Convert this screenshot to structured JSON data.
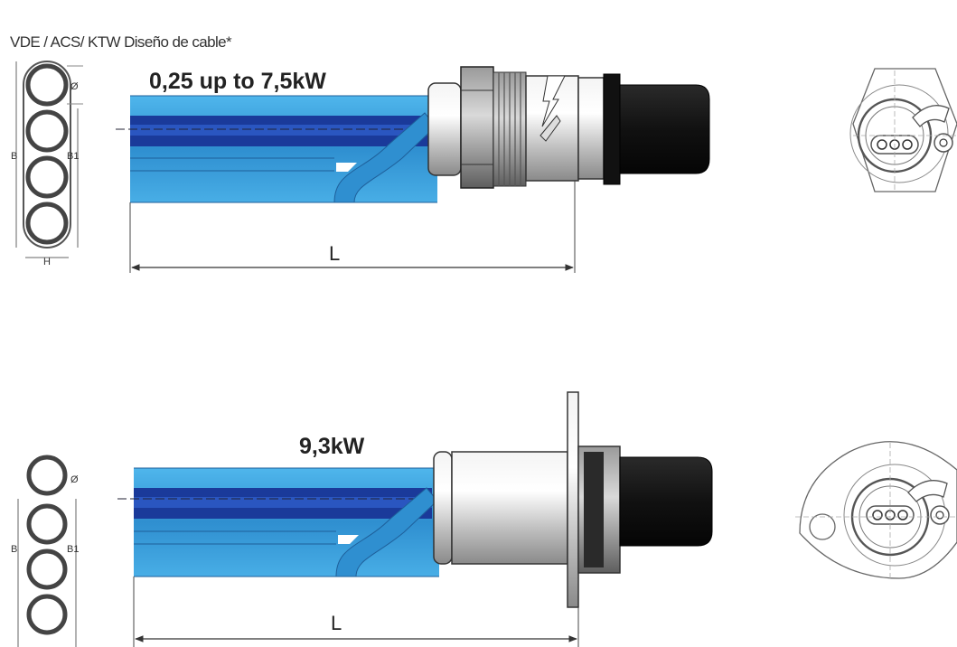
{
  "header": {
    "title": "VDE / ACS/ KTW Diseño de cable*"
  },
  "variants": [
    {
      "power_label": "0,25 up to 7,5kW",
      "length_label": "L"
    },
    {
      "power_label": "9,3kW",
      "length_label": "L"
    }
  ],
  "cable_section": {
    "diameter_label": "Ø",
    "width_label": "B",
    "inner_width_label": "B1",
    "height_label": "H"
  },
  "colors": {
    "cable_light": "#3aa0dc",
    "cable_dark": "#1a3a9a",
    "metal": "#cfcfcf",
    "cap": "#141414",
    "outline": "#333333"
  }
}
